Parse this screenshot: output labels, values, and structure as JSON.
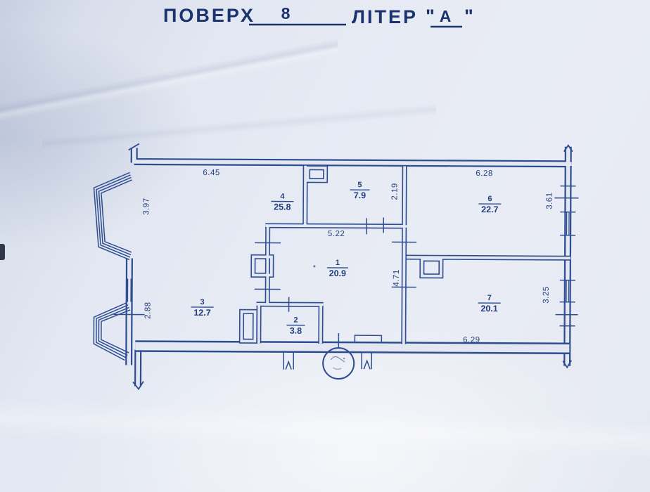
{
  "title": {
    "floor_label": "ПОВЕРХ",
    "floor_value": "8",
    "letter_label": "ЛІТЕР",
    "open_quote": "\"",
    "letter_value": "А",
    "close_quote": "\""
  },
  "rooms": [
    {
      "number": "1",
      "area": "20.9"
    },
    {
      "number": "2",
      "area": "3.8"
    },
    {
      "number": "3",
      "area": "12.7"
    },
    {
      "number": "4",
      "area": "25.8"
    },
    {
      "number": "5",
      "area": "7.9"
    },
    {
      "number": "6",
      "area": "22.7"
    },
    {
      "number": "7",
      "area": "20.1"
    }
  ],
  "dimensions": {
    "top_wall": "6.45",
    "left_upper": "3.97",
    "left_lower": "2.88",
    "room1_width": "5.22",
    "room1_height": "4.71",
    "room5_height": "2.19",
    "room6_width": "6.28",
    "room6_height": "3.61",
    "room7_height": "3.25",
    "room7_width": "6.29"
  },
  "colors": {
    "ink": "#2e4d90",
    "paper": "#e7ebf4"
  }
}
